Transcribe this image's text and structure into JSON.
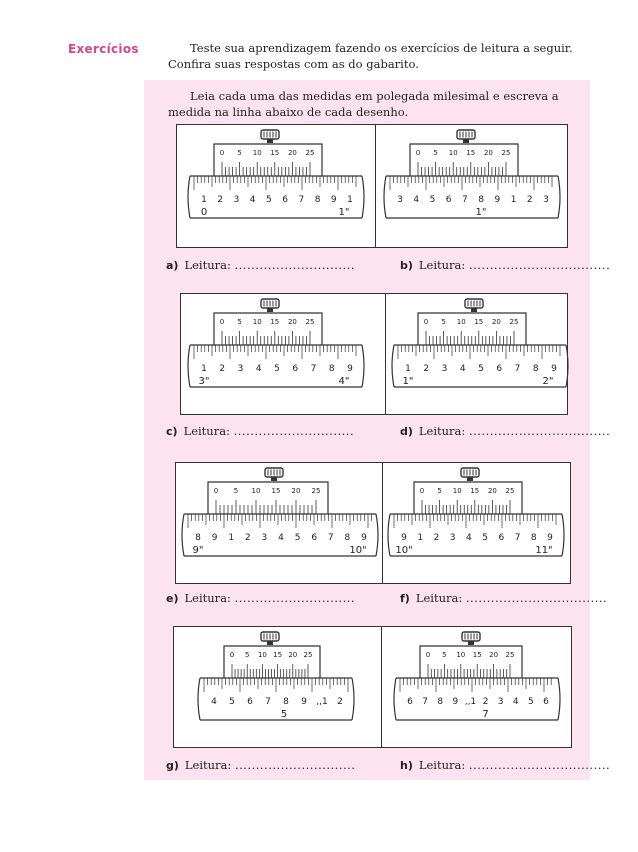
{
  "sidebar": {
    "label": "Exercícios"
  },
  "intro": {
    "text": "Teste sua aprendizagem fazendo os exercícios de leitura a seguir. Confira suas respostas com as do gabarito."
  },
  "instructions": {
    "text": "Leia cada uma das medidas em polegada milesimal e escreva a medida na linha abaixo de cada desenho."
  },
  "vernier_labels": [
    "0",
    "5",
    "10",
    "15",
    "20",
    "25"
  ],
  "exercises": [
    {
      "letter": "a)",
      "label": "Leitura:",
      "dots": ".............................",
      "scale": [
        "1",
        "2",
        "3",
        "4",
        "5",
        "6",
        "7",
        "8",
        "9",
        "1"
      ],
      "inch_labels": [
        "0",
        "1\""
      ]
    },
    {
      "letter": "b)",
      "label": "Leitura:",
      "dots": "..................................",
      "scale": [
        "3",
        "4",
        "5",
        "6",
        "7",
        "8",
        "9",
        "1",
        "2",
        "3"
      ],
      "inch_labels": [
        "1\""
      ]
    },
    {
      "letter": "c)",
      "label": "Leitura:",
      "dots": ".............................",
      "scale": [
        "1",
        "2",
        "3",
        "4",
        "5",
        "6",
        "7",
        "8",
        "9"
      ],
      "inch_labels": [
        "3\"",
        "4\""
      ]
    },
    {
      "letter": "d)",
      "label": "Leitura:",
      "dots": "..................................",
      "scale": [
        "1",
        "2",
        "3",
        "4",
        "5",
        "6",
        "7",
        "8",
        "9"
      ],
      "inch_labels": [
        "1\"",
        "2\""
      ]
    },
    {
      "letter": "e)",
      "label": "Leitura:",
      "dots": ".............................",
      "scale": [
        "8",
        "9",
        "1",
        "2",
        "3",
        "4",
        "5",
        "6",
        "7",
        "8",
        "9"
      ],
      "inch_labels": [
        "9\"",
        "10\""
      ]
    },
    {
      "letter": "f)",
      "label": "Leitura:",
      "dots": "..................................",
      "scale": [
        "9",
        "1",
        "2",
        "3",
        "4",
        "5",
        "6",
        "7",
        "8",
        "9"
      ],
      "inch_labels": [
        "10\"",
        "11\""
      ]
    },
    {
      "letter": "g)",
      "label": "Leitura:",
      "dots": ".............................",
      "scale": [
        "4",
        "5",
        "6",
        "7",
        "8",
        "9",
        ",,1",
        "2"
      ],
      "inch_labels": [
        "5"
      ]
    },
    {
      "letter": "h)",
      "label": "Leitura:",
      "dots": "..................................",
      "scale": [
        "6",
        "7",
        "8",
        "9",
        ",,1",
        "2",
        "3",
        "4",
        "5",
        "6"
      ],
      "inch_labels": [
        "7"
      ]
    }
  ]
}
